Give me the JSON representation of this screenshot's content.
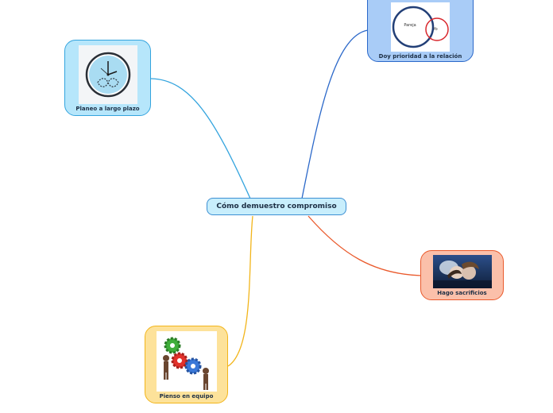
{
  "mindmap": {
    "center": {
      "label": "Cómo demuestro compromiso"
    },
    "branches": [
      {
        "label": "Planeo a largo plazo",
        "image": "clock-infinity-icon",
        "color": "#34a4de"
      },
      {
        "label": "Doy prioridad a la relación",
        "image": "venn-diagram-image",
        "color": "#2b68c9",
        "diagram": {
          "outer_label": "Pareja",
          "inner_label": "Yo"
        }
      },
      {
        "label": "Hago sacrificios",
        "image": "couple-photo",
        "color": "#ea5a2c"
      },
      {
        "label": "Pienso en equipo",
        "image": "teamwork-gears-icon",
        "color": "#f2b51b"
      }
    ]
  }
}
